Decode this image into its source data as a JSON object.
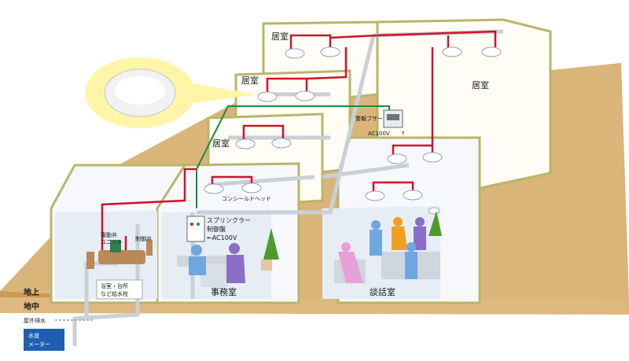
{
  "labels": {
    "room_living_1": "居室",
    "room_living_2": "居室",
    "room_living_3": "居室",
    "room_living_4": "居室",
    "alarm_buzzer": "警報ブザー",
    "ac100v_top": "AC100V",
    "concealed_head": "コンシールドヘッド",
    "sprinkler_panel_1": "スプリンクラー",
    "sprinkler_panel_2": "制御盤",
    "sprinkler_panel_3": "←AC100V",
    "motor_valve_1": "電動弁",
    "motor_valve_2": "ユニット",
    "control_valve": "制御弁",
    "bath_kitchen_1": "浴室・台所",
    "bath_kitchen_2": "など給水栓",
    "office": "事務室",
    "lounge": "談話室",
    "above_ground": "地上",
    "below_ground": "地中",
    "outdoor_drain": "屋外排水",
    "water_meter_1": "水道",
    "water_meter_2": "メーター"
  },
  "colors": {
    "ground": "#d9b57a",
    "ground_dark": "#c69a57",
    "wall": "#b9b56a",
    "floor": "#e6edf5",
    "pipe_red": "#d0122c",
    "pipe_green": "#1f8a3c",
    "pipe_gray": "#c9d0d8",
    "person_blue": "#6fa6e0",
    "person_purple": "#8a6fc9",
    "person_pink": "#e8a0d8",
    "person_orange": "#f0a020",
    "meter_blue": "#1e5fb0"
  }
}
